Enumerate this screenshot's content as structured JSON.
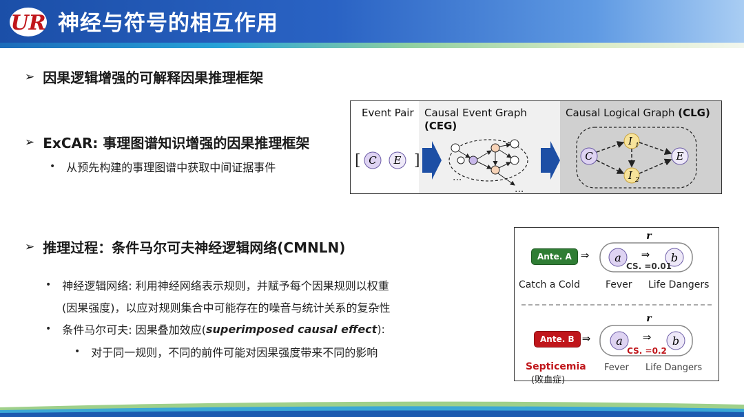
{
  "header": {
    "title": "神经与符号的相互作用",
    "logo_text": "UR"
  },
  "section1": {
    "heading": "因果逻辑增强的可解释因果推理框架"
  },
  "section2": {
    "heading": "ExCAR: 事理图谱知识增强的因果推理框架",
    "point": "从预先构建的事理图谱中获取中间证据事件"
  },
  "section3": {
    "heading": "推理过程：条件马尔可夫神经逻辑网络(CMNLN)",
    "point1_line1": "神经逻辑网络: 利用神经网络表示规则，并赋予每个因果规则以权重",
    "point1_line2": "(因果强度)，以应对规则集合中可能存在的噪音与统计关系的复杂性",
    "point2_prefix": "条件马尔可夫: 因果叠加效应(",
    "point2_italic": "superimposed causal effect",
    "point2_suffix": "):",
    "subpoint": "对于同一规则，不同的前件可能对因果强度带来不同的影响"
  },
  "figure1": {
    "col1_label": "Event Pair",
    "col2_label": "Causal Event Graph",
    "col2_abbr": "(CEG)",
    "col3_label": "Causal Logical Graph",
    "col3_abbr": "(CLG)",
    "node_c": "C",
    "node_e": "E",
    "node_i1": "I",
    "node_i1_sub": "1",
    "node_i2": "I",
    "node_i2_sub": "2",
    "bracket_open": "[",
    "bracket_close": "]",
    "ellipsis": "..."
  },
  "figure2": {
    "r_label": "r",
    "ante_a": "Ante. A",
    "ante_b": "Ante. B",
    "implies": "⇒",
    "node_a": "a",
    "node_b": "b",
    "cs_top": "CS. =0.01",
    "cs_bottom": "CS. =0.2",
    "catch_cold": "Catch a Cold",
    "fever": "Fever",
    "life_dangers": "Life Dangers",
    "septicemia": "Septicemia",
    "septicemia_cn": "(败血症)"
  },
  "colors": {
    "header_blue": "#1b4fa8",
    "ante_a_green": "#2f7d34",
    "ante_b_red": "#c0161b",
    "node_purple": "#ded3f2",
    "node_yellow": "#f7e39a",
    "arrow_blue": "#1d4fa5"
  }
}
